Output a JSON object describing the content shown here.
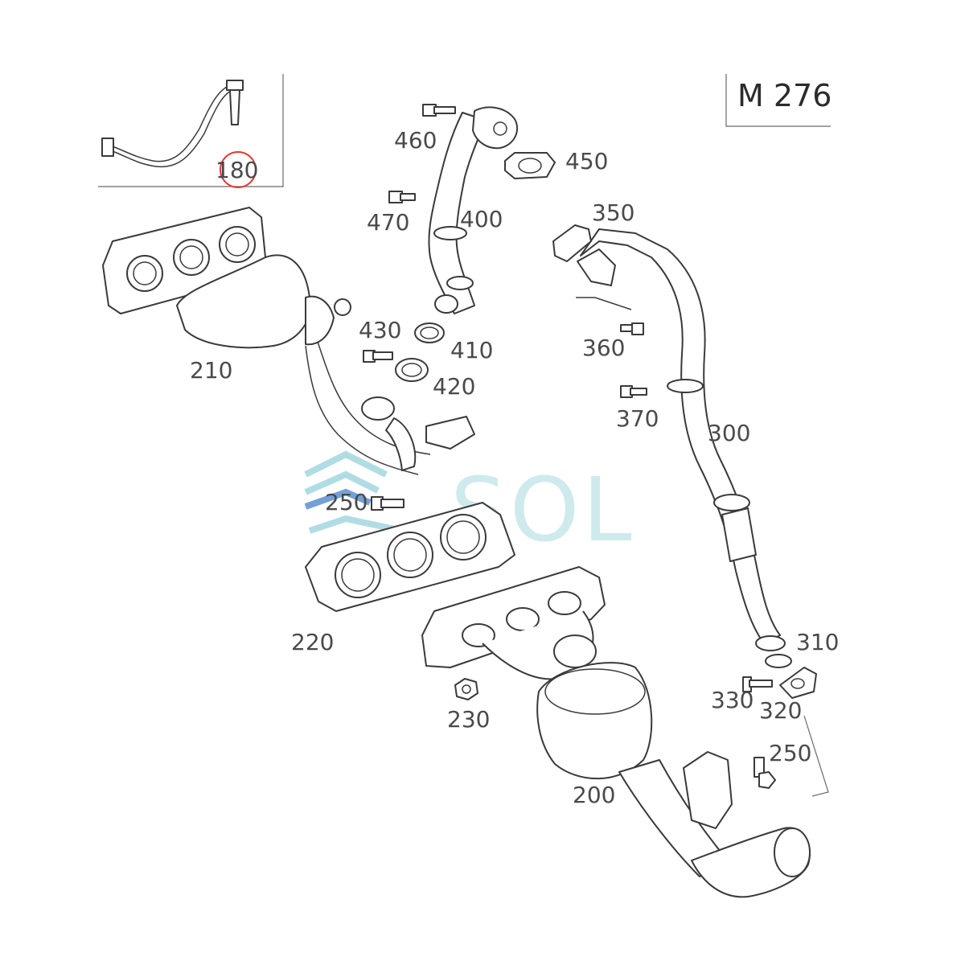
{
  "engine": "M 276",
  "watermark": "SOL",
  "callouts": {
    "c180": "180",
    "c460": "460",
    "c450": "450",
    "c470": "470",
    "c400": "400",
    "c350": "350",
    "c210": "210",
    "c430": "430",
    "c410": "410",
    "c420": "420",
    "c360": "360",
    "c370": "370",
    "c300": "300",
    "c250a": "250",
    "c220": "220",
    "c310": "310",
    "c330": "330",
    "c320": "320",
    "c230": "230",
    "c250b": "250",
    "c200": "200"
  },
  "highlight": {
    "part": "180",
    "color": "#e53935"
  }
}
